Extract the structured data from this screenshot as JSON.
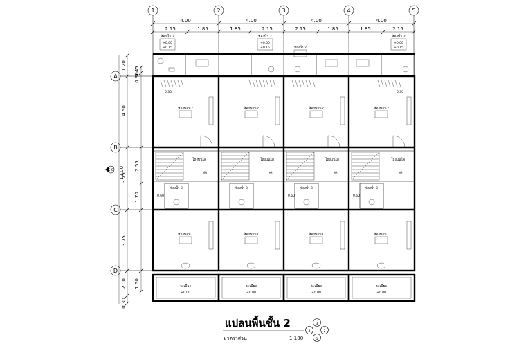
{
  "drawing": {
    "title": "แปลนพื้นชั้น 2",
    "scale_label": "มาตราส่วน",
    "scale_value": "1:100",
    "orientation_marks": [
      "3",
      "2",
      "1",
      "4"
    ]
  },
  "grid_columns": [
    "1",
    "2",
    "3",
    "4",
    "5"
  ],
  "grid_rows": [
    "A",
    "B",
    "C",
    "D"
  ],
  "dims_top_major": [
    "4.00",
    "4.00",
    "4.00",
    "4.00"
  ],
  "dims_top_minor": [
    "2.15",
    "1.85",
    "1.85",
    "2.15",
    "2.15",
    "1.85",
    "1.85",
    "2.15"
  ],
  "dims_left_outer": [
    "1.20",
    "4.50",
    "3.75",
    "3.75",
    "2.00",
    "0.30"
  ],
  "dims_left_inner": [
    "0.45",
    "0.30",
    "2.55",
    "1.70",
    "1.50"
  ],
  "dim_left_total": "12.00",
  "dim_balcony_offset": "0.30",
  "dim_bath_offset": "0.60",
  "section_mark": "S-S",
  "level_tag": "+0.00",
  "level_tag_alt": "+0.15",
  "rooms": {
    "bedroom_2": "ห้องนอน2",
    "bedroom_1": "ห้องนอน1",
    "bathroom_2": "ห้องน้ำ 2",
    "bathroom_3": "ห้องน้ำ 3",
    "stair_hall": "โถงบันได",
    "balcony": "ระเบียง",
    "up_mark": "ขึ้น"
  }
}
